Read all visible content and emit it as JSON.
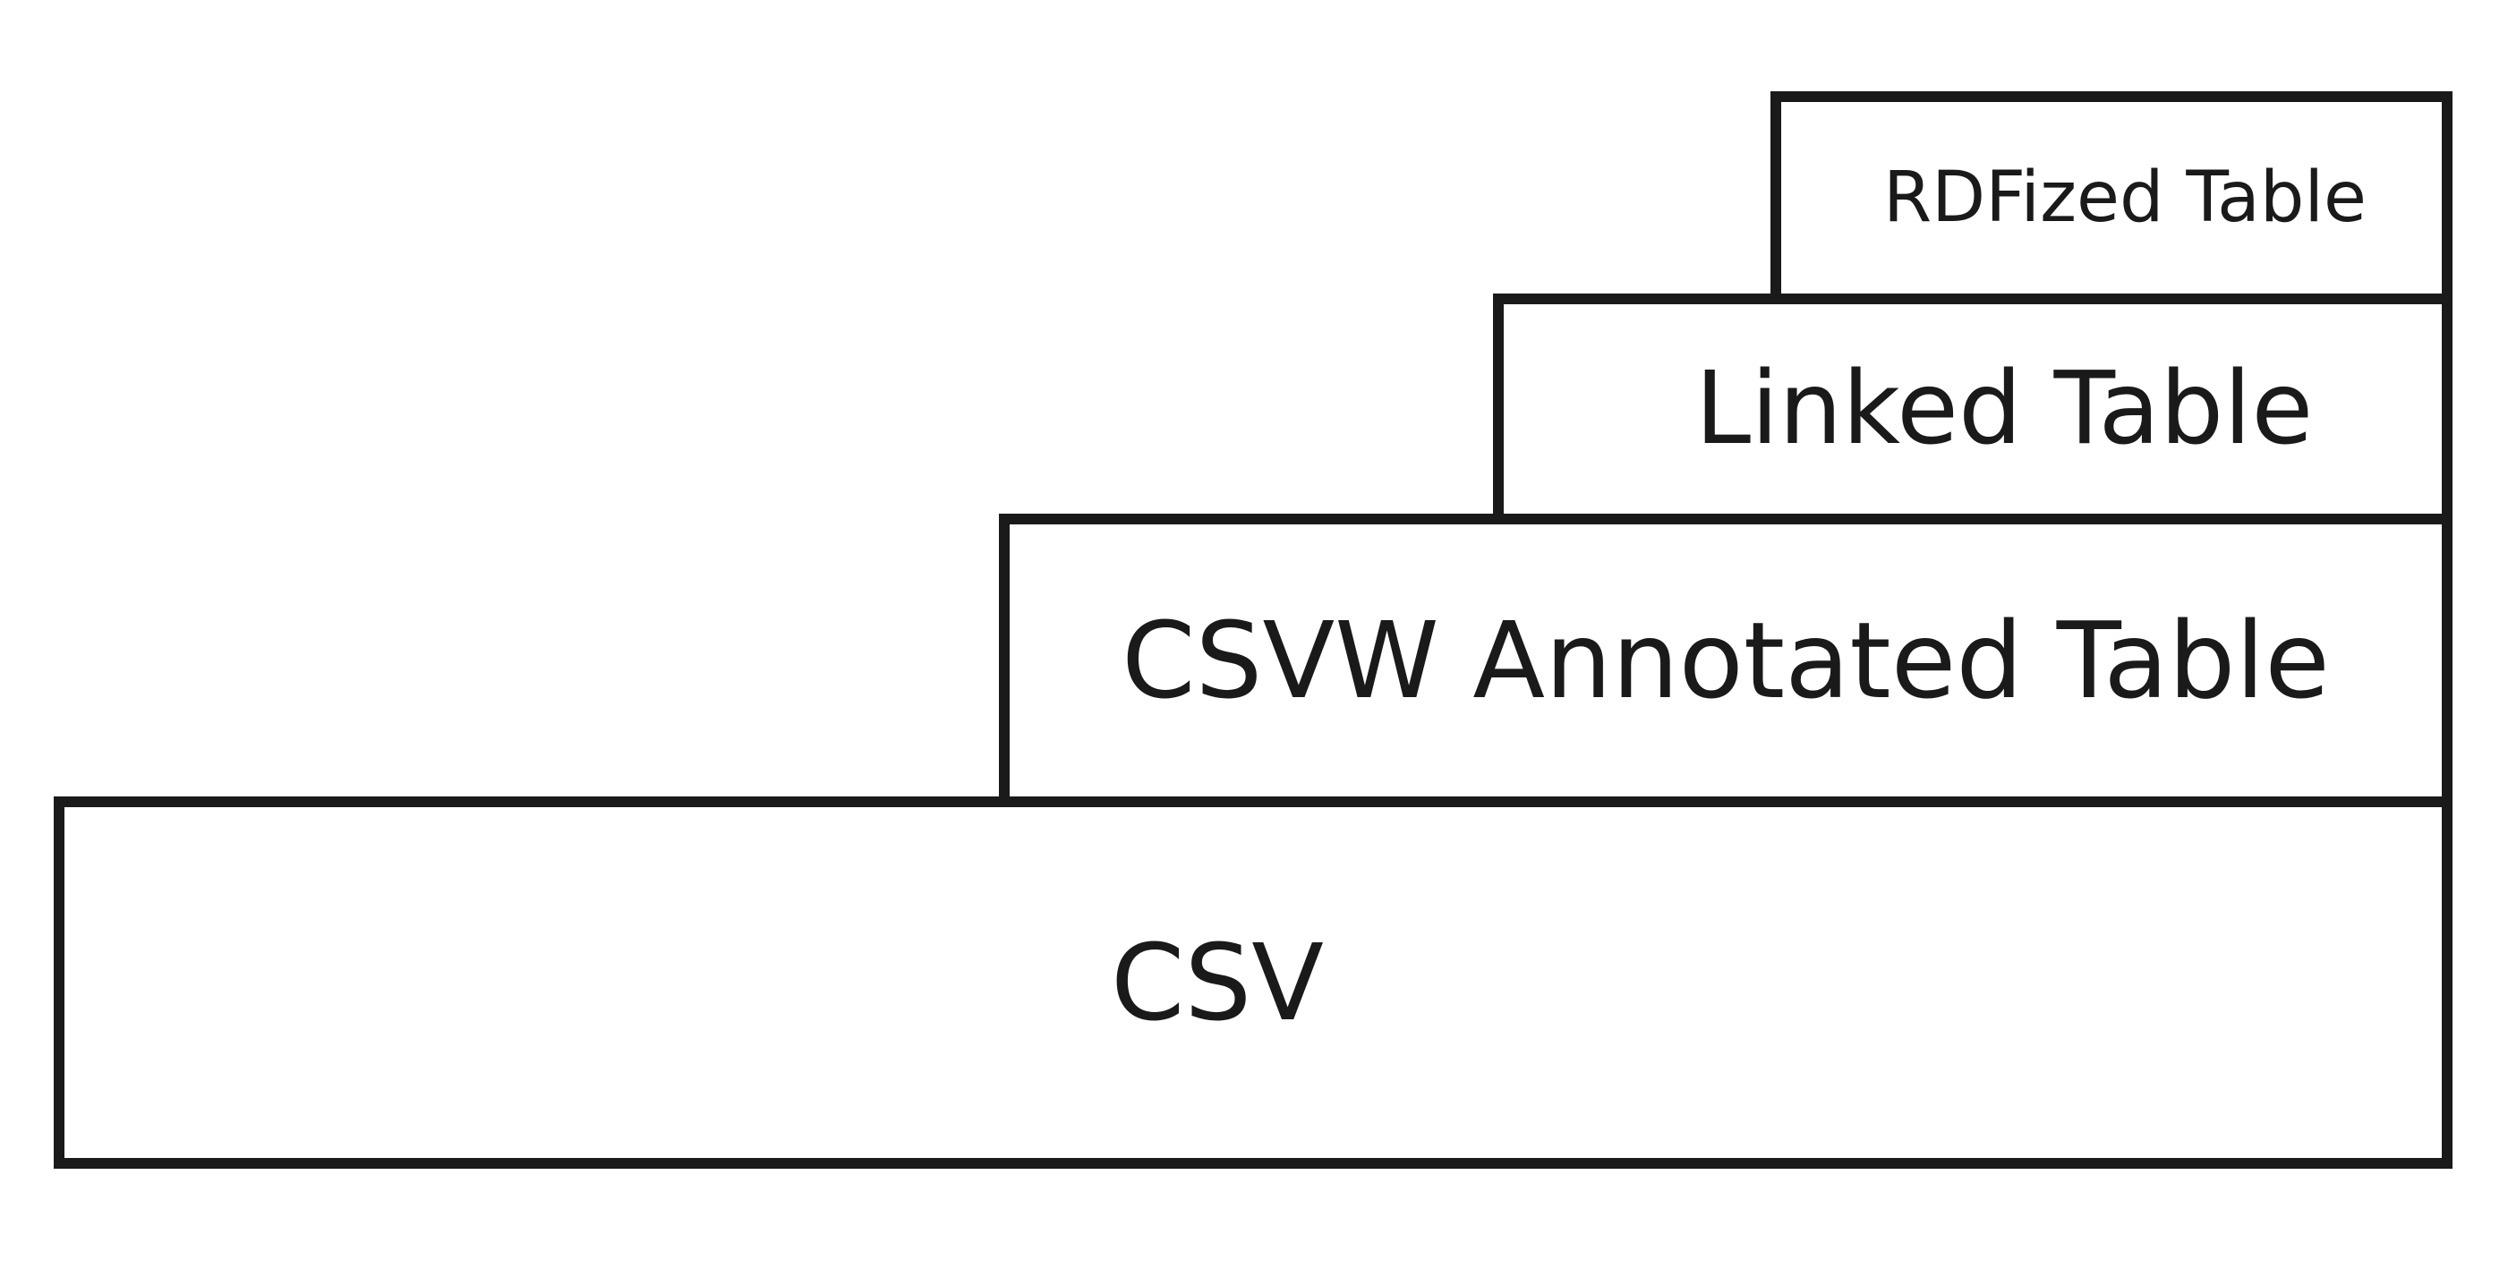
{
  "diagram": {
    "layers": [
      {
        "id": "csv",
        "label": "CSV"
      },
      {
        "id": "csvw",
        "label": "CSVW Annotated Table"
      },
      {
        "id": "linked",
        "label": "Linked Table"
      },
      {
        "id": "rdf",
        "label": "RDFized Table"
      }
    ]
  },
  "colors": {
    "stroke": "#1a1a1a",
    "background": "#ffffff"
  }
}
